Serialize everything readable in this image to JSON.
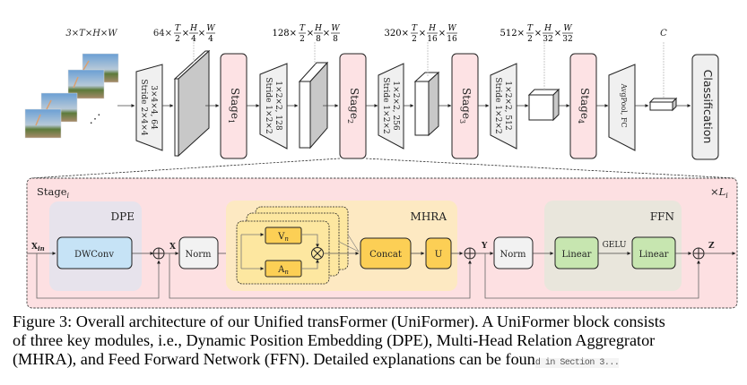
{
  "figure": {
    "input_shape": "3×T×H×W",
    "dims": [
      {
        "channels": "64×",
        "t": "T",
        "t_den": "2",
        "h": "H",
        "h_den": "4",
        "w": "W",
        "w_den": "4"
      },
      {
        "channels": "128×",
        "t": "T",
        "t_den": "2",
        "h": "H",
        "h_den": "8",
        "w": "W",
        "w_den": "8"
      },
      {
        "channels": "320×",
        "t": "T",
        "t_den": "2",
        "h": "H",
        "h_den": "16",
        "w": "W",
        "w_den": "16"
      },
      {
        "channels": "512×",
        "t": "T",
        "t_den": "2",
        "h": "H",
        "h_den": "32",
        "w": "W",
        "w_den": "32"
      }
    ],
    "output_dim": "C",
    "times": "×",
    "ellipsis": "⋰",
    "downsample": [
      {
        "line1": "3×4×4, 64",
        "line2": "Stride 2×4×4"
      },
      {
        "line1": "1×2×2, 128",
        "line2": "Stride 1×2×2"
      },
      {
        "line1": "1×2×2, 256",
        "line2": "Stride 1×2×2"
      },
      {
        "line1": "1×2×2, 512",
        "line2": "Stride 1×2×2"
      }
    ],
    "stages": [
      {
        "label": "Stage",
        "sub": "1"
      },
      {
        "label": "Stage",
        "sub": "2"
      },
      {
        "label": "Stage",
        "sub": "3"
      },
      {
        "label": "Stage",
        "sub": "4"
      }
    ],
    "head": "AvgPool, FC",
    "classification": "Classification",
    "block": {
      "title": "Stage",
      "title_sub": "i",
      "repeat": "×L",
      "repeat_sub": "i",
      "x_in": "X",
      "x_in_sub": "in",
      "x": "X",
      "y": "Y",
      "z": "Z",
      "dpe": {
        "label": "DPE",
        "conv": "DWConv"
      },
      "norm": "Norm",
      "mhra": {
        "label": "MHRA",
        "v": "V",
        "a": "A",
        "sub": "n",
        "concat": "Concat",
        "u": "U"
      },
      "ffn": {
        "label": "FFN",
        "linear1": "Linear",
        "act": "GELU",
        "linear2": "Linear"
      }
    },
    "colors": {
      "stage_fill": "#fde2e4",
      "block_fill": "#fde0e2",
      "dpe_fill": "#e7e3ec",
      "dwconv_fill": "#c6e3f6",
      "mhra_fill": "#fde9c2",
      "head_fill": "#fde7a0",
      "gold": "#fccf55",
      "ffn_fill": "#e9e6dc",
      "linear_fill": "#c7e6b0",
      "norm_fill": "#f2f2f2",
      "trapezoid_fill": "#f0f0f0"
    }
  },
  "caption": {
    "line1": "Figure 3: Overall architecture of our Unified transFormer (UniFormer). A UniFormer block consists",
    "line2": "of three key modules, i.e., Dynamic Position Embedding (DPE), Multi-Head Relation Aggregrator",
    "line3": "(MHRA), and Feed Forward Network (FFN). Detailed explanations can be foun",
    "line3_obscured": "d in Section 3..."
  }
}
